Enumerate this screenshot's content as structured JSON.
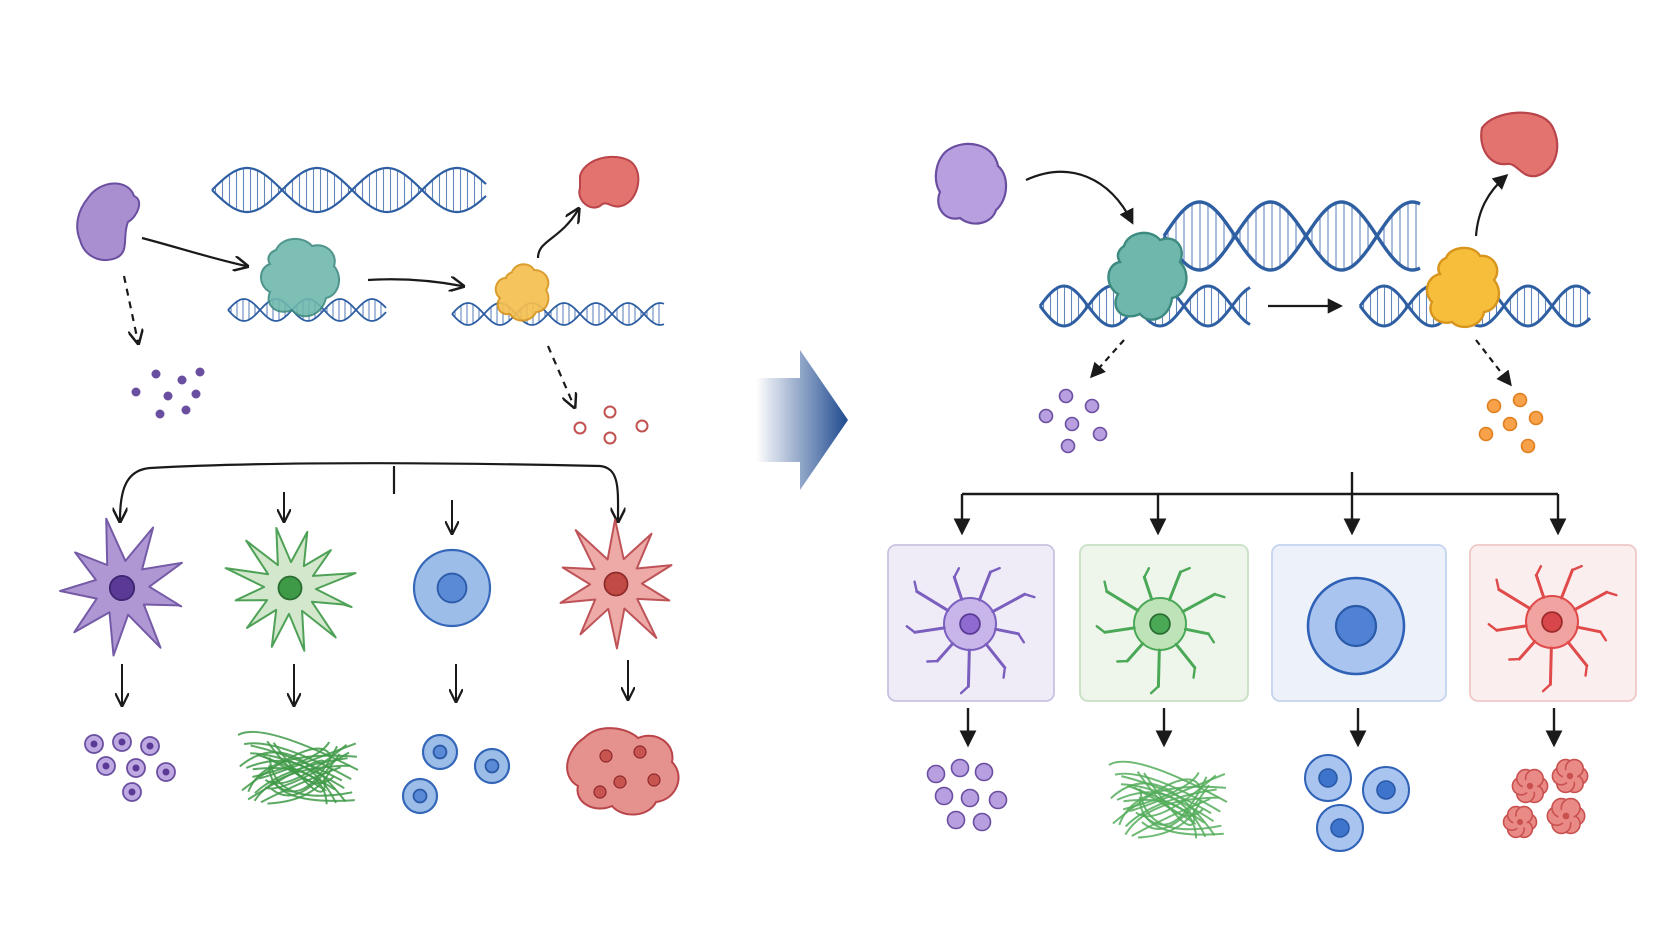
{
  "diagram": {
    "panels": [
      "sketch",
      "clean"
    ],
    "colors": {
      "background": "#ffffff",
      "line": "#1a1a1a",
      "dna": "#2f5fa3",
      "purple_fill": "#a98fd0",
      "purple_stroke": "#6a4ea0",
      "teal_fill": "#6fb7ad",
      "teal_stroke": "#3d8a80",
      "yellow_fill": "#f5bf4f",
      "yellow_stroke": "#d8951d",
      "red_fill": "#e2736f",
      "red_stroke": "#b9454a",
      "green_fill": "#a8d6a0",
      "green_stroke": "#3f9a48",
      "blue_fill": "#9dbde9",
      "blue_stroke": "#3467b8",
      "orange_particle": "#f08a2c",
      "transition_arrow": "#1f4a8f"
    },
    "cell_types": [
      {
        "name": "purple-stellate-cell",
        "product": "purple-particle-cluster"
      },
      {
        "name": "green-spiky-cell",
        "product": "green-fiber-mesh"
      },
      {
        "name": "blue-round-cell",
        "product": "blue-cell-cluster"
      },
      {
        "name": "red-stellate-cell",
        "product": "red-clump-cluster"
      }
    ]
  }
}
